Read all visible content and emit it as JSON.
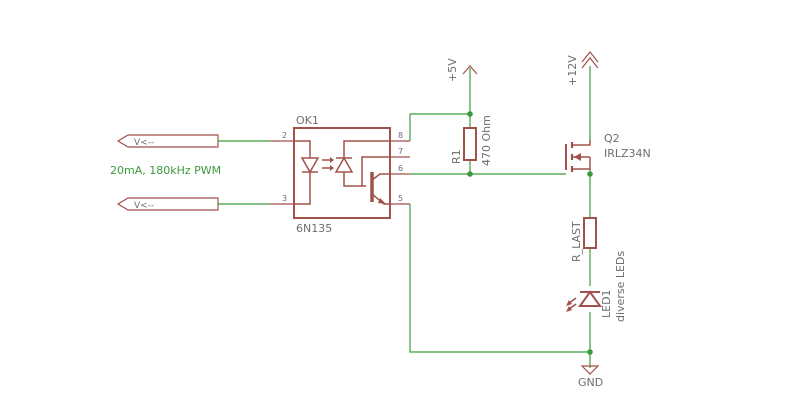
{
  "optocoupler": {
    "name": "OK1",
    "value": "6N135",
    "pins": {
      "p2": "2",
      "p3": "3",
      "p8": "8",
      "p7": "7",
      "p6": "6",
      "p5": "5"
    }
  },
  "inputs": {
    "port1_label": "V<--",
    "port2_label": "V<--",
    "note": "20mA, 180kHz PWM"
  },
  "resistor_r1": {
    "name": "R1",
    "value": "470 Ohm"
  },
  "supplies": {
    "plus5": "+5V",
    "plus12": "+12V",
    "gnd": "GND"
  },
  "mosfet_q2": {
    "name": "Q2",
    "value": "IRLZ34N"
  },
  "load": {
    "name": "R_LAST"
  },
  "led": {
    "name": "LED1",
    "value": "diverse LEDs"
  },
  "colors": {
    "wire": "#3c9a3c",
    "part": "#a0524a",
    "text": "#6e6e6e",
    "note": "#3c9a3c"
  }
}
